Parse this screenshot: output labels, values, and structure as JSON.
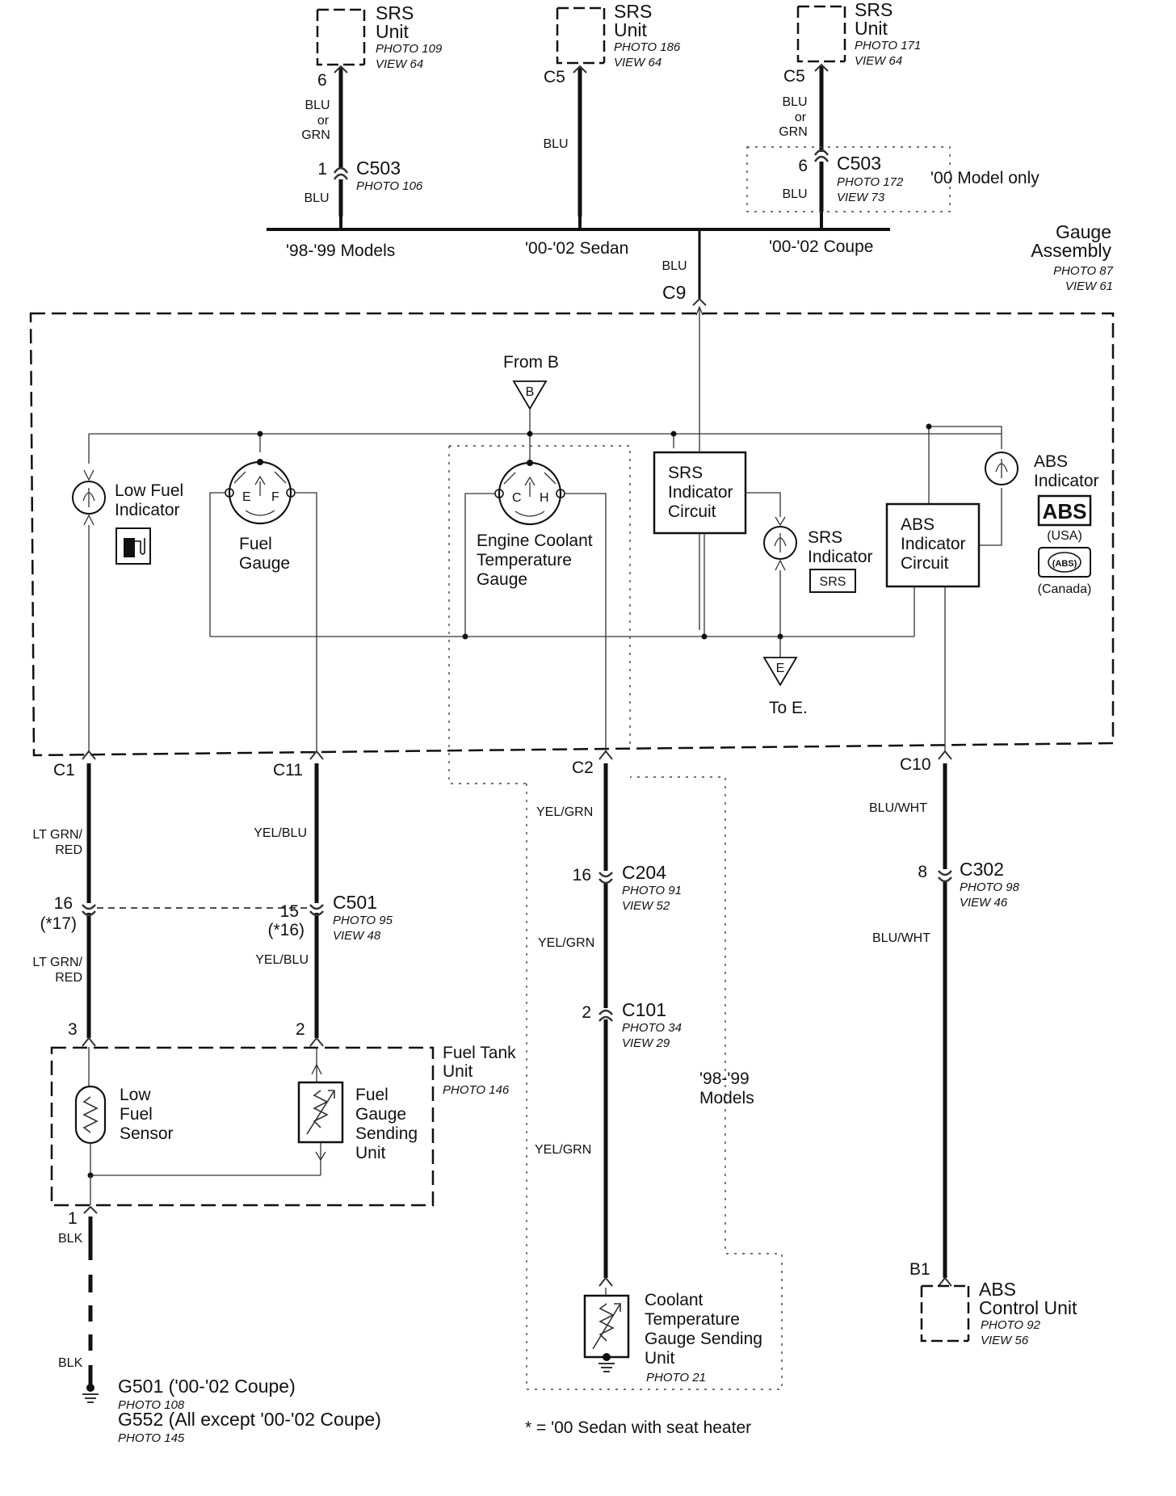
{
  "srs_left": {
    "title": "SRS",
    "sub": "Unit",
    "photo": "PHOTO 109",
    "view": "VIEW 64",
    "pin": "6"
  },
  "srs_mid": {
    "title": "SRS",
    "sub": "Unit",
    "photo": "PHOTO 186",
    "view": "VIEW 64",
    "pin": "C5"
  },
  "srs_right": {
    "title": "SRS",
    "sub": "Unit",
    "photo": "PHOTO 171",
    "view": "VIEW 64",
    "pin": "C5"
  },
  "wire_blu_or_grn": {
    "a": "BLU",
    "b": "or",
    "c": "GRN"
  },
  "wire_blu": "BLU",
  "c503_left": {
    "pin": "1",
    "name": "C503",
    "photo": "PHOTO 106"
  },
  "c503_right": {
    "pin": "6",
    "name": "C503",
    "photo": "PHOTO 172",
    "view": "VIEW 73",
    "note": "'00 Model only"
  },
  "bus_labels": {
    "models_98_99": "'98-'99 Models",
    "sedan": "'00-'02 Sedan",
    "coupe": "'00-'02 Coupe"
  },
  "c9": {
    "wire": "BLU",
    "name": "C9"
  },
  "gauge_assembly": {
    "l1": "Gauge",
    "l2": "Assembly",
    "photo": "PHOTO 87",
    "view": "VIEW 61"
  },
  "from_b": {
    "text": "From B",
    "letter": "B"
  },
  "to_e": {
    "text": "To E.",
    "letter": "E"
  },
  "low_fuel_indicator": {
    "l1": "Low Fuel",
    "l2": "Indicator"
  },
  "fuel_gauge": {
    "l1": "Fuel",
    "l2": "Gauge",
    "e": "E",
    "f": "F"
  },
  "ect_gauge": {
    "l1": "Engine Coolant",
    "l2": "Temperature",
    "l3": "Gauge",
    "c": "C",
    "h": "H"
  },
  "srs_indicator_circuit": {
    "l1": "SRS",
    "l2": "Indicator",
    "l3": "Circuit"
  },
  "srs_indicator": {
    "l1": "SRS",
    "l2": "Indicator",
    "badge": "SRS"
  },
  "abs_indicator_circuit": {
    "l1": "ABS",
    "l2": "Indicator",
    "l3": "Circuit"
  },
  "abs_indicator": {
    "l1": "ABS",
    "l2": "Indicator",
    "badge": "ABS",
    "usa": "(USA)",
    "badge2": "(ABS)",
    "canada": "(Canada)"
  },
  "c1": {
    "name": "C1",
    "wire_a": "LT GRN/",
    "wire_b": "RED"
  },
  "c11": {
    "name": "C11",
    "wire": "YEL/BLU"
  },
  "c2": {
    "name": "C2",
    "wire": "YEL/GRN"
  },
  "c10": {
    "name": "C10",
    "wire": "BLU/WHT"
  },
  "c501": {
    "name": "C501",
    "photo": "PHOTO 95",
    "view": "VIEW 48",
    "pin_left": "16",
    "pin_left_alt": "(*17)",
    "pin_right": "15",
    "pin_right_alt": "(*16)"
  },
  "below_c501": {
    "lt_a": "LT GRN/",
    "lt_b": "RED",
    "yb": "YEL/BLU"
  },
  "c204": {
    "pin": "16",
    "name": "C204",
    "photo": "PHOTO 91",
    "view": "VIEW 52",
    "wire_below": "YEL/GRN"
  },
  "c302": {
    "pin": "8",
    "name": "C302",
    "photo": "PHOTO 98",
    "view": "VIEW 46",
    "wire_below": "BLU/WHT"
  },
  "c101": {
    "pin": "2",
    "name": "C101",
    "photo": "PHOTO 34",
    "view": "VIEW 29",
    "wire_below": "YEL/GRN"
  },
  "models_98_99_note": {
    "l1": "'98-'99",
    "l2": "Models"
  },
  "fuel_tank_unit": {
    "l1": "Fuel Tank",
    "l2": "Unit",
    "photo": "PHOTO 146",
    "pin_left": "3",
    "pin_right": "2",
    "pin_bottom": "1"
  },
  "low_fuel_sensor": {
    "l1": "Low",
    "l2": "Fuel",
    "l3": "Sensor"
  },
  "fuel_gauge_sending_unit": {
    "l1": "Fuel",
    "l2": "Gauge",
    "l3": "Sending",
    "l4": "Unit"
  },
  "ground": {
    "wire_a": "BLK",
    "wire_b": "BLK",
    "g501": "G501 ('00-'02 Coupe)",
    "g501_photo": "PHOTO 108",
    "g552": "G552 (All except '00-'02 Coupe)",
    "g552_photo": "PHOTO 145"
  },
  "coolant_sending_unit": {
    "l1": "Coolant",
    "l2": "Temperature",
    "l3": "Gauge Sending",
    "l4": "Unit",
    "photo": "PHOTO 21"
  },
  "abs_control_unit": {
    "pin": "B1",
    "l1": "ABS",
    "l2": "Control Unit",
    "photo": "PHOTO 92",
    "view": "VIEW 56"
  },
  "footnote": "* = '00 Sedan with seat heater"
}
